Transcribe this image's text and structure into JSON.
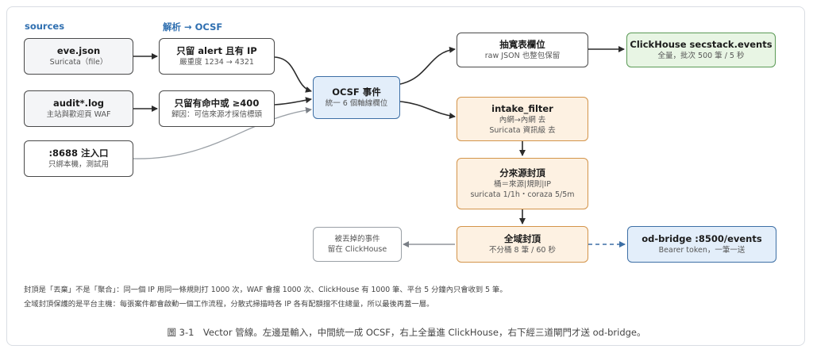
{
  "columns": {
    "sources": "sources",
    "parse": "解析 → OCSF"
  },
  "nodes": {
    "eve": {
      "title": "eve.json",
      "sub": "Suricata（file）"
    },
    "audit": {
      "title": "audit*.log",
      "sub": "主站與歡迎頁 WAF"
    },
    "inject": {
      "title": ":8688 注入口",
      "sub": "只綁本機，測試用"
    },
    "alert_ip": {
      "title": "只留 alert 且有 IP",
      "sub": "嚴重度 1234 → 4321"
    },
    "hit400": {
      "title": "只留有命中或 ≥400",
      "sub": "歸因：可信來源才採信標頭"
    },
    "ocsf": {
      "title": "OCSF 事件",
      "sub": "統一 6 個軸線欄位"
    },
    "wide": {
      "title": "抽寬表欄位",
      "sub": "raw JSON 也整包保留"
    },
    "clickhouse": {
      "title": "ClickHouse secstack.events",
      "sub": "全量，批次 500 筆 / 5 秒"
    },
    "intake": {
      "title": "intake_filter",
      "sub1": "內網→內網 去",
      "sub2": "Suricata 資訊級 去"
    },
    "per_source": {
      "title": "分來源封頂",
      "sub1": "桶＝來源|規則|IP",
      "sub2": "suricata 1/1h・coraza 5/5m"
    },
    "global_cap": {
      "title": "全域封頂",
      "sub": "不分桶 8 筆 / 60 秒"
    },
    "dropped": {
      "sub1": "被丟掉的事件",
      "sub2": "留在 ClickHouse"
    },
    "bridge": {
      "title": "od-bridge :8500/events",
      "sub": "Bearer token，一筆一送"
    }
  },
  "notes": [
    "封頂是「丟棄」不是「聚合」：同一個 IP 用同一條規則打 1000 次，WAF 會擋 1000 次、ClickHouse 有 1000 筆、平台 5 分鐘內只會收到 5 筆。",
    "全域封頂保護的是平台主機：每張案件都會啟動一個工作流程，分散式掃描時各 IP 各有配額擋不住總量，所以最後再蓋一層。"
  ],
  "caption": "圖 3-1　Vector 管線。左邊是輸入，中間統一成 OCSF，右上全量進 ClickHouse，右下經三道閘門才送 od-bridge。",
  "colors": {
    "accent": "#2f6fb0",
    "ocsf_fill": "#e3eefa",
    "filter_fill": "#fdf1e2",
    "sink_fill": "#e8f5e4",
    "dashed_link": "#3d6fa5"
  }
}
